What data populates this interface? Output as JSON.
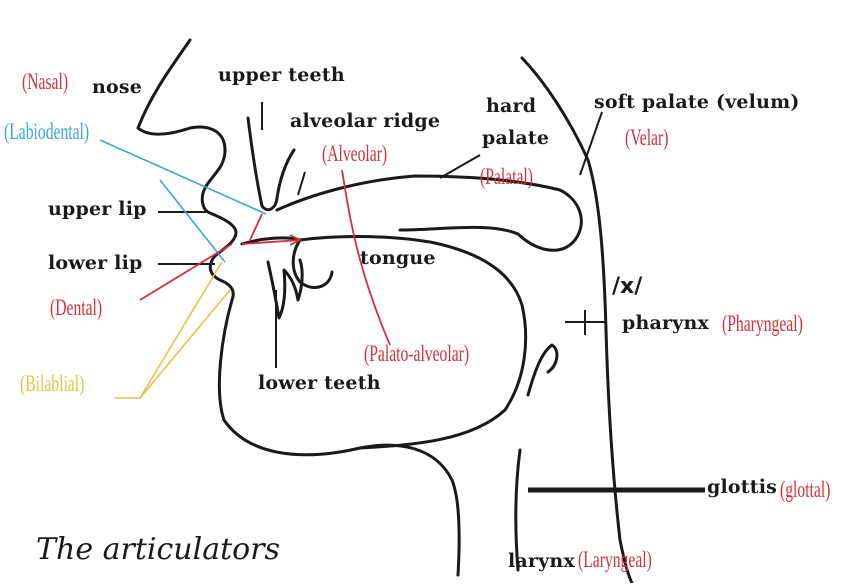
{
  "title": "The articulators",
  "labels": {
    "nose": "nose",
    "upper_teeth": "upper teeth",
    "alveolar_ridge": "alveolar ridge",
    "hard_palate_1": "hard",
    "hard_palate_2": "palate",
    "soft_palate": "soft palate (velum)",
    "upper_lip": "upper lip",
    "lower_lip": "lower lip",
    "tongue": "tongue",
    "lower_teeth": "lower teeth",
    "pharynx": "pharynx",
    "glottis": "glottis",
    "larynx": "larynx",
    "x_symbol": "/x/"
  },
  "places": {
    "nasal": "(Nasal)",
    "labiodental": "(Labiodental)",
    "alveolar": "(Alveolar)",
    "palatal": "(Palatal)",
    "velar": "(Velar)",
    "dental": "(Dental)",
    "palato_alveolar": "(Palato-alveolar)",
    "pharyngeal": "(Pharyngeal)",
    "bilabial": "(Bilablial)",
    "glottal": "(glottal)",
    "laryngeal": "(Laryngeal)"
  },
  "colors": {
    "outline": "#1a1a1a",
    "red": "#d0313a",
    "blue": "#39a7d6",
    "yellow": "#e6c14a"
  }
}
